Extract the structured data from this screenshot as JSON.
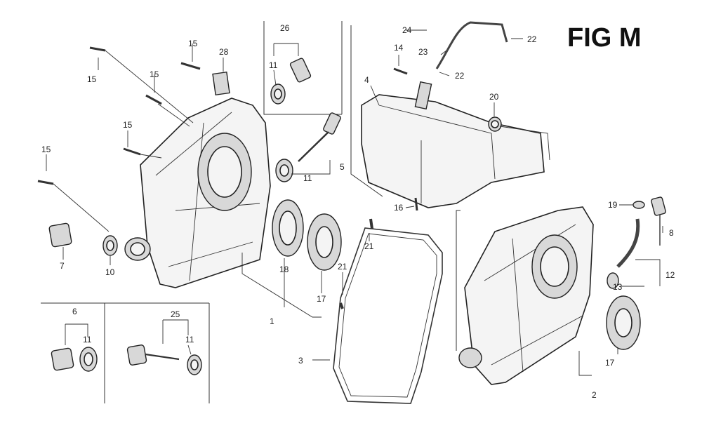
{
  "figure": {
    "title": "FIG M",
    "callouts": {
      "c1": "1",
      "c2": "2",
      "c3": "3",
      "c4": "4",
      "c5": "5",
      "c6": "6",
      "c7": "7",
      "c8": "8",
      "c10": "10",
      "c11a": "11",
      "c11b": "11",
      "c11c": "11",
      "c11d": "11",
      "c12": "12",
      "c13": "13",
      "c14": "14",
      "c15a": "15",
      "c15b": "15",
      "c15c": "15",
      "c15d": "15",
      "c15e": "15",
      "c16": "16",
      "c17a": "17",
      "c17b": "17",
      "c18": "18",
      "c19": "19",
      "c20": "20",
      "c21a": "21",
      "c21b": "21",
      "c22a": "22",
      "c22b": "22",
      "c23": "23",
      "c24": "24",
      "c25": "25",
      "c26": "26",
      "c28": "28"
    }
  }
}
